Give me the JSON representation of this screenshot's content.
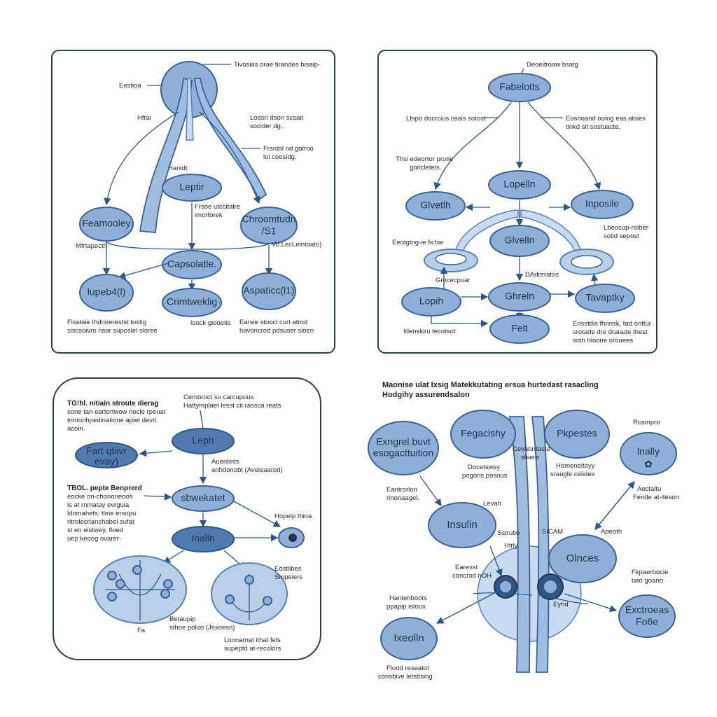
{
  "panel1": {
    "top_note": "Tivosias orae tirandes bisaip-",
    "left_labels": [
      "Eestioa",
      "Hftai"
    ],
    "right_notes": [
      "Loosn dson scsait",
      "socider dg,."
    ],
    "right_notes2": [
      "Frsrdsl nd gotroo",
      "loi coesidg."
    ],
    "hanlt": "Hanidt",
    "node_leptir": "Leptir",
    "node_feamooley": "Feamooley",
    "node_chrootudn": [
      "Chroomtudn",
      "/S1"
    ],
    "mid_note": [
      "Frsoe utccitalre",
      "imorforek"
    ],
    "left_mid": "Mfrtapecth",
    "right_mid": "Vo.LecLeintoato)",
    "node_capsolatle": "Capsolatle.",
    "node_lupeb": "lupeb4(l)",
    "node_crimtweklig": "Crimtweklig",
    "node_aspaticcc": "Aspaticc(l1)",
    "bottom_left": [
      "Fisstaie Ihdnirerestst tostig",
      "siscsoivro nsar suposlel sloree"
    ],
    "bottom_mid": "loock giooetis",
    "bottom_right": [
      "Earsie stoocl curt atrod",
      "havoncrod pdsuser sloen"
    ]
  },
  "panel2": {
    "top_note": "Deoeitroaw bsatg",
    "node_fabelotts": "Fabelotts",
    "left_note": "Lfspo docrcius ossis sotost",
    "right_notes": [
      "Eosnoand ooing eas atsies",
      "tinkd sit sostuacte,"
    ],
    "left_note2": [
      "Thsi edeortor protie",
      "goricleteis."
    ],
    "node_lopelln": "Lopelln",
    "node_glveth": "Glvetlh",
    "node_inposile": "Inposile",
    "node_glvelln": "Glvelln",
    "right_note2": [
      "Lbeocup-roiber",
      "sotid sepost"
    ],
    "left_note3": "Eeotgtng-ie fichie",
    "label_grocec": "Grocecpuar",
    "label_dadr": "DAdreratos",
    "node_lopih": "Lopih",
    "node_ghreln": "Ghreln",
    "node_tavaptky": "Tavaptky",
    "node_felt": "Felt",
    "bottom_left": "Idenskiru tecotsot",
    "bottom_right": [
      "Ensstdis fhnnsk, tad onttur",
      "srotade dre drarade thest",
      "snth hloone orouees"
    ]
  },
  "panel3": {
    "header": [
      "TG!hl. nitiain stroute dierag",
      "sone tan eartortwow nocle rpeuat",
      "tnmonhpedinatione apiet devit.",
      "acoin."
    ],
    "top_note": [
      "Cemoroct su carcupous",
      "Hattymplaet lesst cit rassca reats"
    ],
    "node_leph": "Leph",
    "node_fart": [
      "Fart qtiivr",
      "evay)"
    ],
    "note_auent": [
      "Auentints",
      "anhdonobt (Aveleaarod)"
    ],
    "left_block": [
      "TBOL. pepte Benprerd",
      "eocke on-chononeoos",
      "ls at rnmatay evrguia",
      "ldomahets, tline ersopu",
      "ntrolecrlanchabel sufat",
      "st en eistwey, floed",
      "uep keoog ovarer-"
    ],
    "node_sbwekatet": "sbwekatet",
    "right_note": "Hopelp thina",
    "node_inalin": "Inalin",
    "right_note2": [
      "Eostlibes",
      "Smpelers"
    ],
    "bottom_mid": [
      "Betaupip",
      "sthoe poloo (Jexoesn)"
    ],
    "bottom_left": "Fa",
    "bottom_right": [
      "Lonnarnat ithat fels",
      "supeptd at-recolors"
    ]
  },
  "panel4": {
    "header": [
      "Maonise ulat Ixsig Matekkutating ersua hurtedast rasacling",
      "Hodgihy assurendsalon"
    ],
    "node_exngrel": [
      "Exngrel buvt",
      "esogacttuition"
    ],
    "node_fegacishy": "Fegacishy",
    "node_pkpestes": "Pkpestes",
    "node_inaliy": "lnally",
    "label_rosmpro": "Rosmpro",
    "label_cevabrs": [
      "Cevabrdaste",
      "sbiere"
    ],
    "label_doce": [
      "Docetswsy",
      "pogons posous"
    ],
    "label_homene": [
      "Homeneitoyy",
      "sraugle ceiides"
    ],
    "label_eantrorlon": [
      "Eantrorlon",
      "rinonaagel."
    ],
    "label_levah": "Levah",
    "node_insulin": "Insulin",
    "label_sstrutlo": "Sstrutlo",
    "label_htrly": "Htrly",
    "label_sicam": "SICAM",
    "label_apeoth": "Apeoth",
    "label_ascoltu": [
      "Aectaltu",
      "Ferdle at-iteson"
    ],
    "node_olnces": "Olnces",
    "label_earest": [
      "Earesst",
      "concrod nOH"
    ],
    "label_eyhd": "Eyhd",
    "label_fkpaer": [
      "Fkpaerbocie",
      "tato goano"
    ],
    "label_hanten": [
      "Hantenboots",
      "ppapip istoux"
    ],
    "node_ixeolln": "Ixeolln",
    "node_exctroeas": [
      "Exctroeas",
      "Fo6e"
    ],
    "bottom_left": [
      "Flood reseatot",
      "consbive letsttsing"
    ]
  }
}
